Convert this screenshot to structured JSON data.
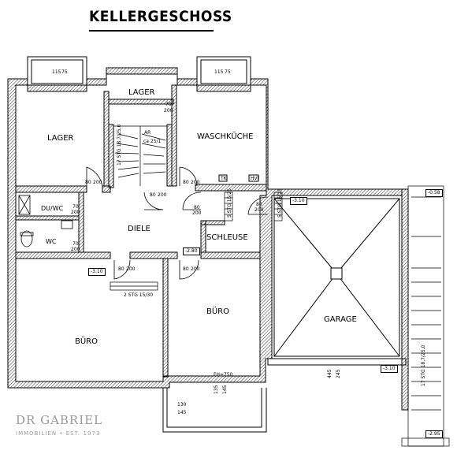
{
  "title": "KELLERGESCHOSS",
  "rooms": {
    "lager_left": "LAGER",
    "lager_top": "LAGER",
    "waschkueche": "WASCHKÜCHE",
    "dusche_wc": "DU/WC",
    "wc": "WC",
    "diele": "DIELE",
    "schleuse": "SCHLEUSE",
    "buero_left": "BÜRO",
    "buero_right": "BÜRO",
    "garage": "GARAGE"
  },
  "dimensions": {
    "win_left_top": "115",
    "win_left_bot": "75",
    "win_right_top": "115",
    "win_right_bot": "75",
    "lager_door_w": "70",
    "lager_door_h": "200",
    "lager_l_door_w": "80",
    "lager_l_door_h": "200",
    "wasch_door_w": "80",
    "wasch_door_h": "200",
    "stair_door_w": "80",
    "stair_door_h": "200",
    "duwc_door_w": "70",
    "duwc_door_h": "200",
    "wc_door_w": "70",
    "wc_door_h": "200",
    "diele_door_w": "80",
    "diele_door_h": "200",
    "schleuse_door_w": "80",
    "schleuse_door_h": "200",
    "buero_l_door_w": "80",
    "buero_l_door_h": "200",
    "buero_r_door_w": "80",
    "buero_r_door_h": "200",
    "stairs_main": "17 STG 18,7/25,0",
    "stairs_main_ar": "AR",
    "stairs_main_val": "ca 25/1",
    "stairs_small": "5 STG 15/25",
    "stairs_garage": "5 STG 15/25",
    "stairs_buero": "2 STG 15/30",
    "buero_level": "FH=750",
    "window_bottom_a": "130",
    "window_bottom_b": "145",
    "window_bottom_c": "135",
    "window_bottom_d": "145",
    "garage_gate_a": "445",
    "garage_gate_b": "245",
    "stairs_right": "17 STG 18,7/25,0",
    "tk": "TK",
    "hvt": "HVt"
  },
  "levels": {
    "buero_left": "-3.10",
    "diele": "-2.80",
    "garage_top": "-3.10",
    "garage_bottom": "-3.10",
    "outside_top": "-0.58",
    "outside_bottom": "-2.95"
  },
  "watermark": {
    "line1": "DR GABRIEL",
    "line2": "IMMOBILIEN • EST. 1973"
  }
}
